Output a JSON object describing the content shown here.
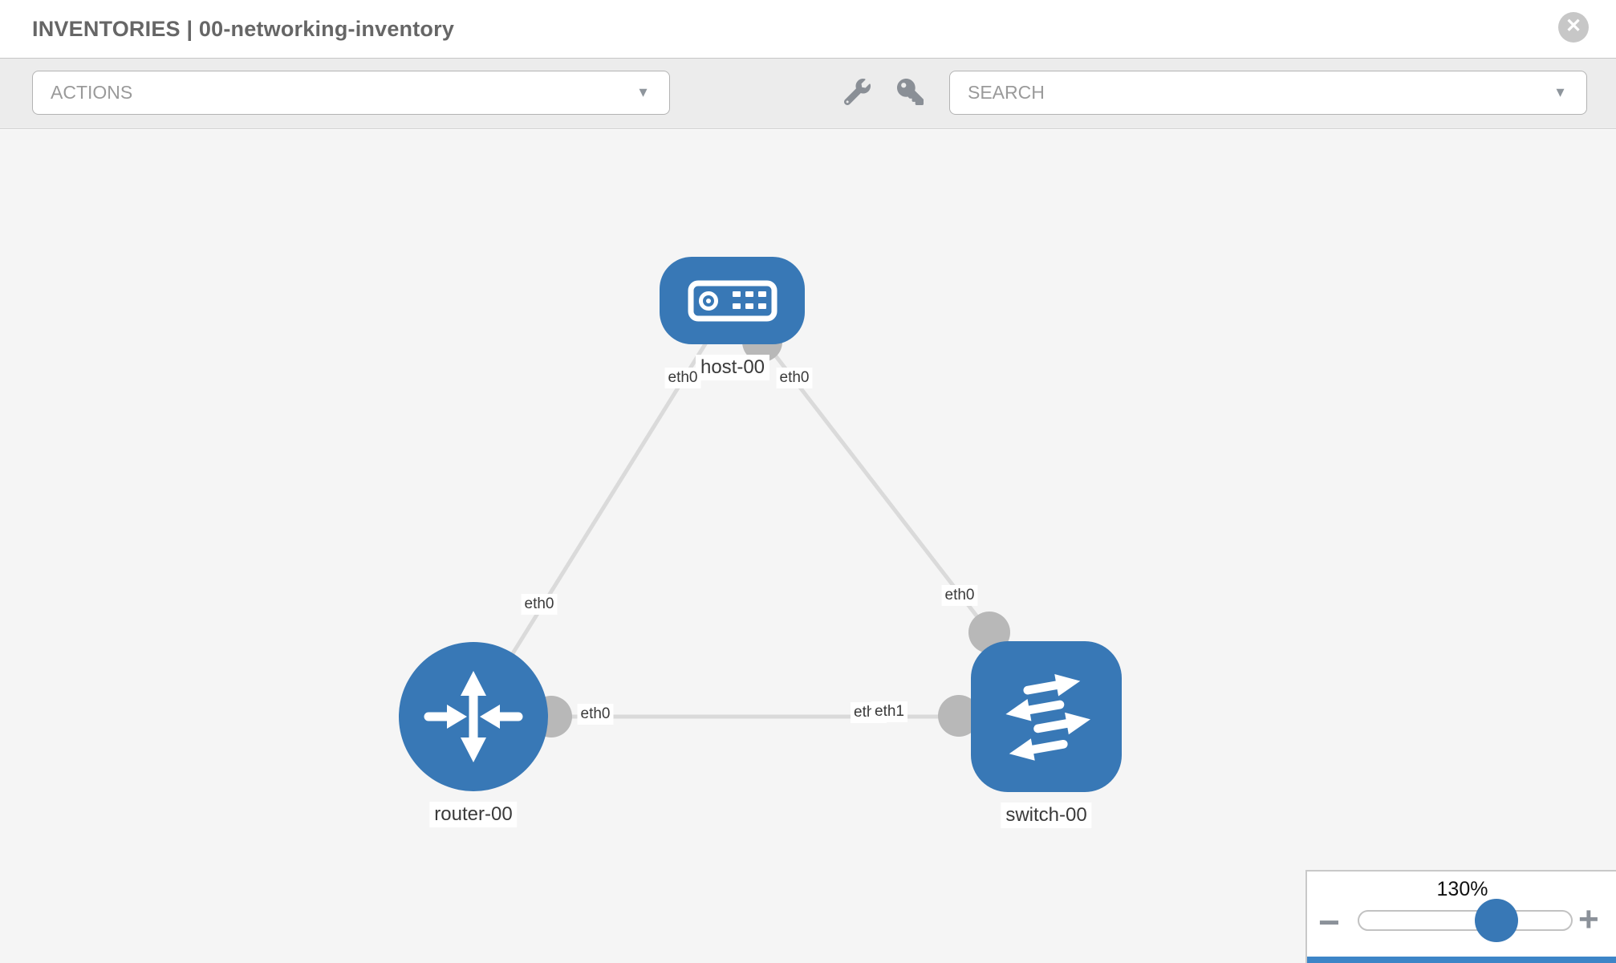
{
  "header": {
    "title": "INVENTORIES | 00-networking-inventory",
    "close_glyph": "✕"
  },
  "toolbar": {
    "actions_label": "ACTIONS",
    "search_label": "SEARCH",
    "caret_glyph": "▼",
    "icon_buttons": [
      "wrench",
      "key"
    ]
  },
  "topology": {
    "nodes": [
      {
        "label": "host-00",
        "type": "host"
      },
      {
        "label": "router-00",
        "type": "router"
      },
      {
        "label": "switch-00",
        "type": "switch"
      }
    ],
    "links": [
      {
        "from": "host-00",
        "to": "router-00"
      },
      {
        "from": "host-00",
        "to": "switch-00"
      },
      {
        "from": "router-00",
        "to": "switch-00"
      }
    ],
    "interfaces": {
      "host_to_router_host_end": "eth0",
      "host_to_switch_host_end": "eth0",
      "host_to_router_mid": "eth0",
      "host_to_switch_mid": "eth0",
      "router_to_switch_router_end": "eth0",
      "router_to_switch_switch_end_under": "eth0",
      "router_to_switch_switch_end_over": "eth1"
    }
  },
  "zoom_control": {
    "level": "130%",
    "minus_glyph": "−",
    "plus_glyph": "+"
  },
  "colors": {
    "node_blue": "#3878b6",
    "endpoint_gray": "#b8b8b8",
    "link_gray": "#dadada",
    "bottom_strip_blue": "#3d85c7"
  }
}
